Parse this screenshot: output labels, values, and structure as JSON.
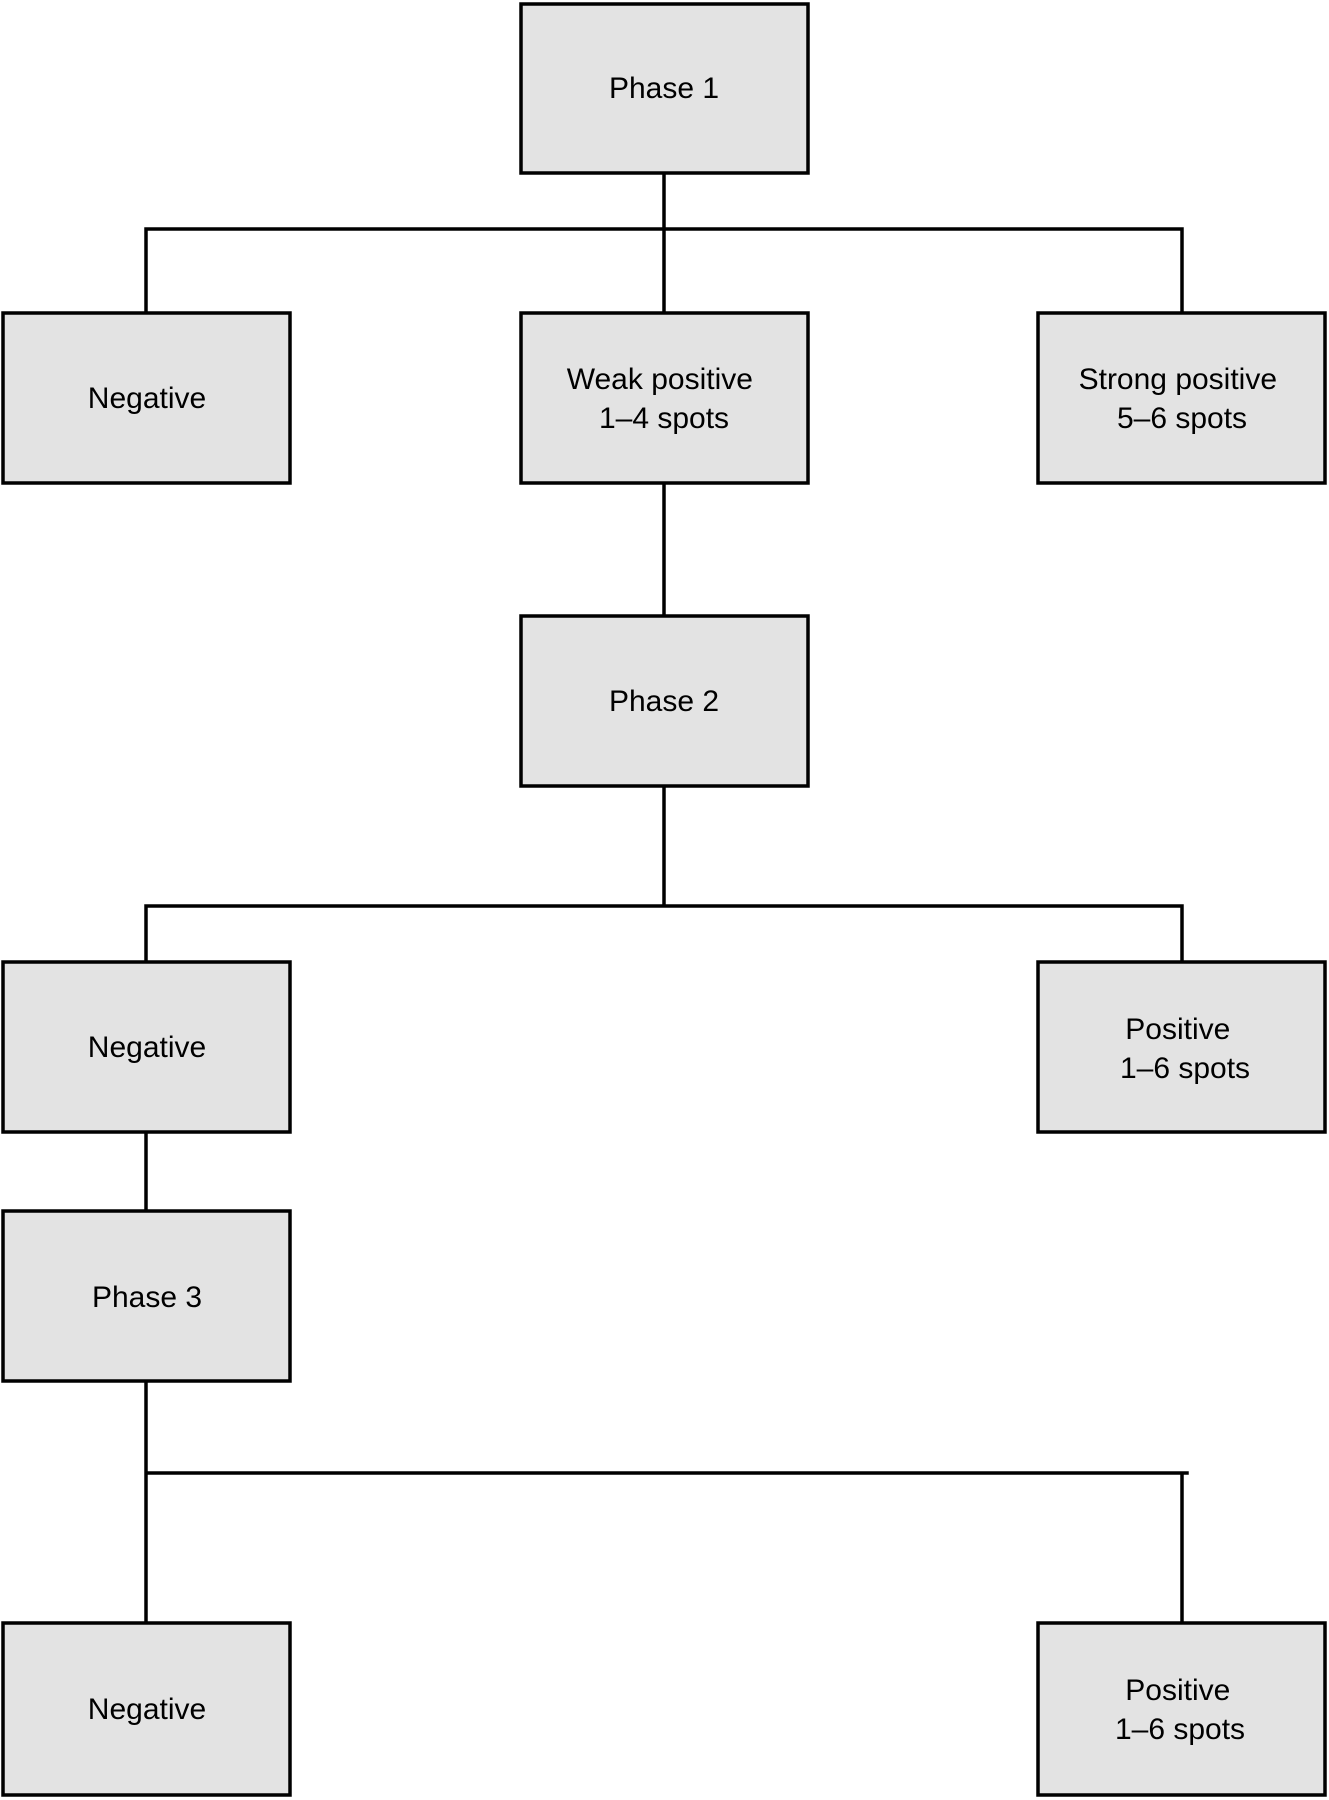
{
  "diagram": {
    "nodes": [
      {
        "id": "phase1",
        "lines": [
          "Phase 1"
        ]
      },
      {
        "id": "p1-negative",
        "lines": [
          "Negative"
        ]
      },
      {
        "id": "p1-weak-positive",
        "lines": [
          "Weak positive",
          "1–4 spots"
        ]
      },
      {
        "id": "p1-strong-positive",
        "lines": [
          "Strong positive",
          "5–6 spots"
        ]
      },
      {
        "id": "phase2",
        "lines": [
          "Phase 2"
        ]
      },
      {
        "id": "p2-negative",
        "lines": [
          "Negative"
        ]
      },
      {
        "id": "p2-positive",
        "lines": [
          "Positive",
          "1–6 spots"
        ]
      },
      {
        "id": "phase3",
        "lines": [
          "Phase 3"
        ]
      },
      {
        "id": "p3-negative",
        "lines": [
          "Negative"
        ]
      },
      {
        "id": "p3-positive",
        "lines": [
          "Positive",
          "1–6 spots"
        ]
      }
    ],
    "edges": [
      {
        "from": "phase1",
        "to": "p1-negative"
      },
      {
        "from": "phase1",
        "to": "p1-weak-positive"
      },
      {
        "from": "phase1",
        "to": "p1-strong-positive"
      },
      {
        "from": "p1-weak-positive",
        "to": "phase2"
      },
      {
        "from": "phase2",
        "to": "p2-negative"
      },
      {
        "from": "phase2",
        "to": "p2-positive"
      },
      {
        "from": "p2-negative",
        "to": "phase3"
      },
      {
        "from": "phase3",
        "to": "p3-negative"
      },
      {
        "from": "phase3",
        "to": "p3-positive"
      }
    ]
  }
}
